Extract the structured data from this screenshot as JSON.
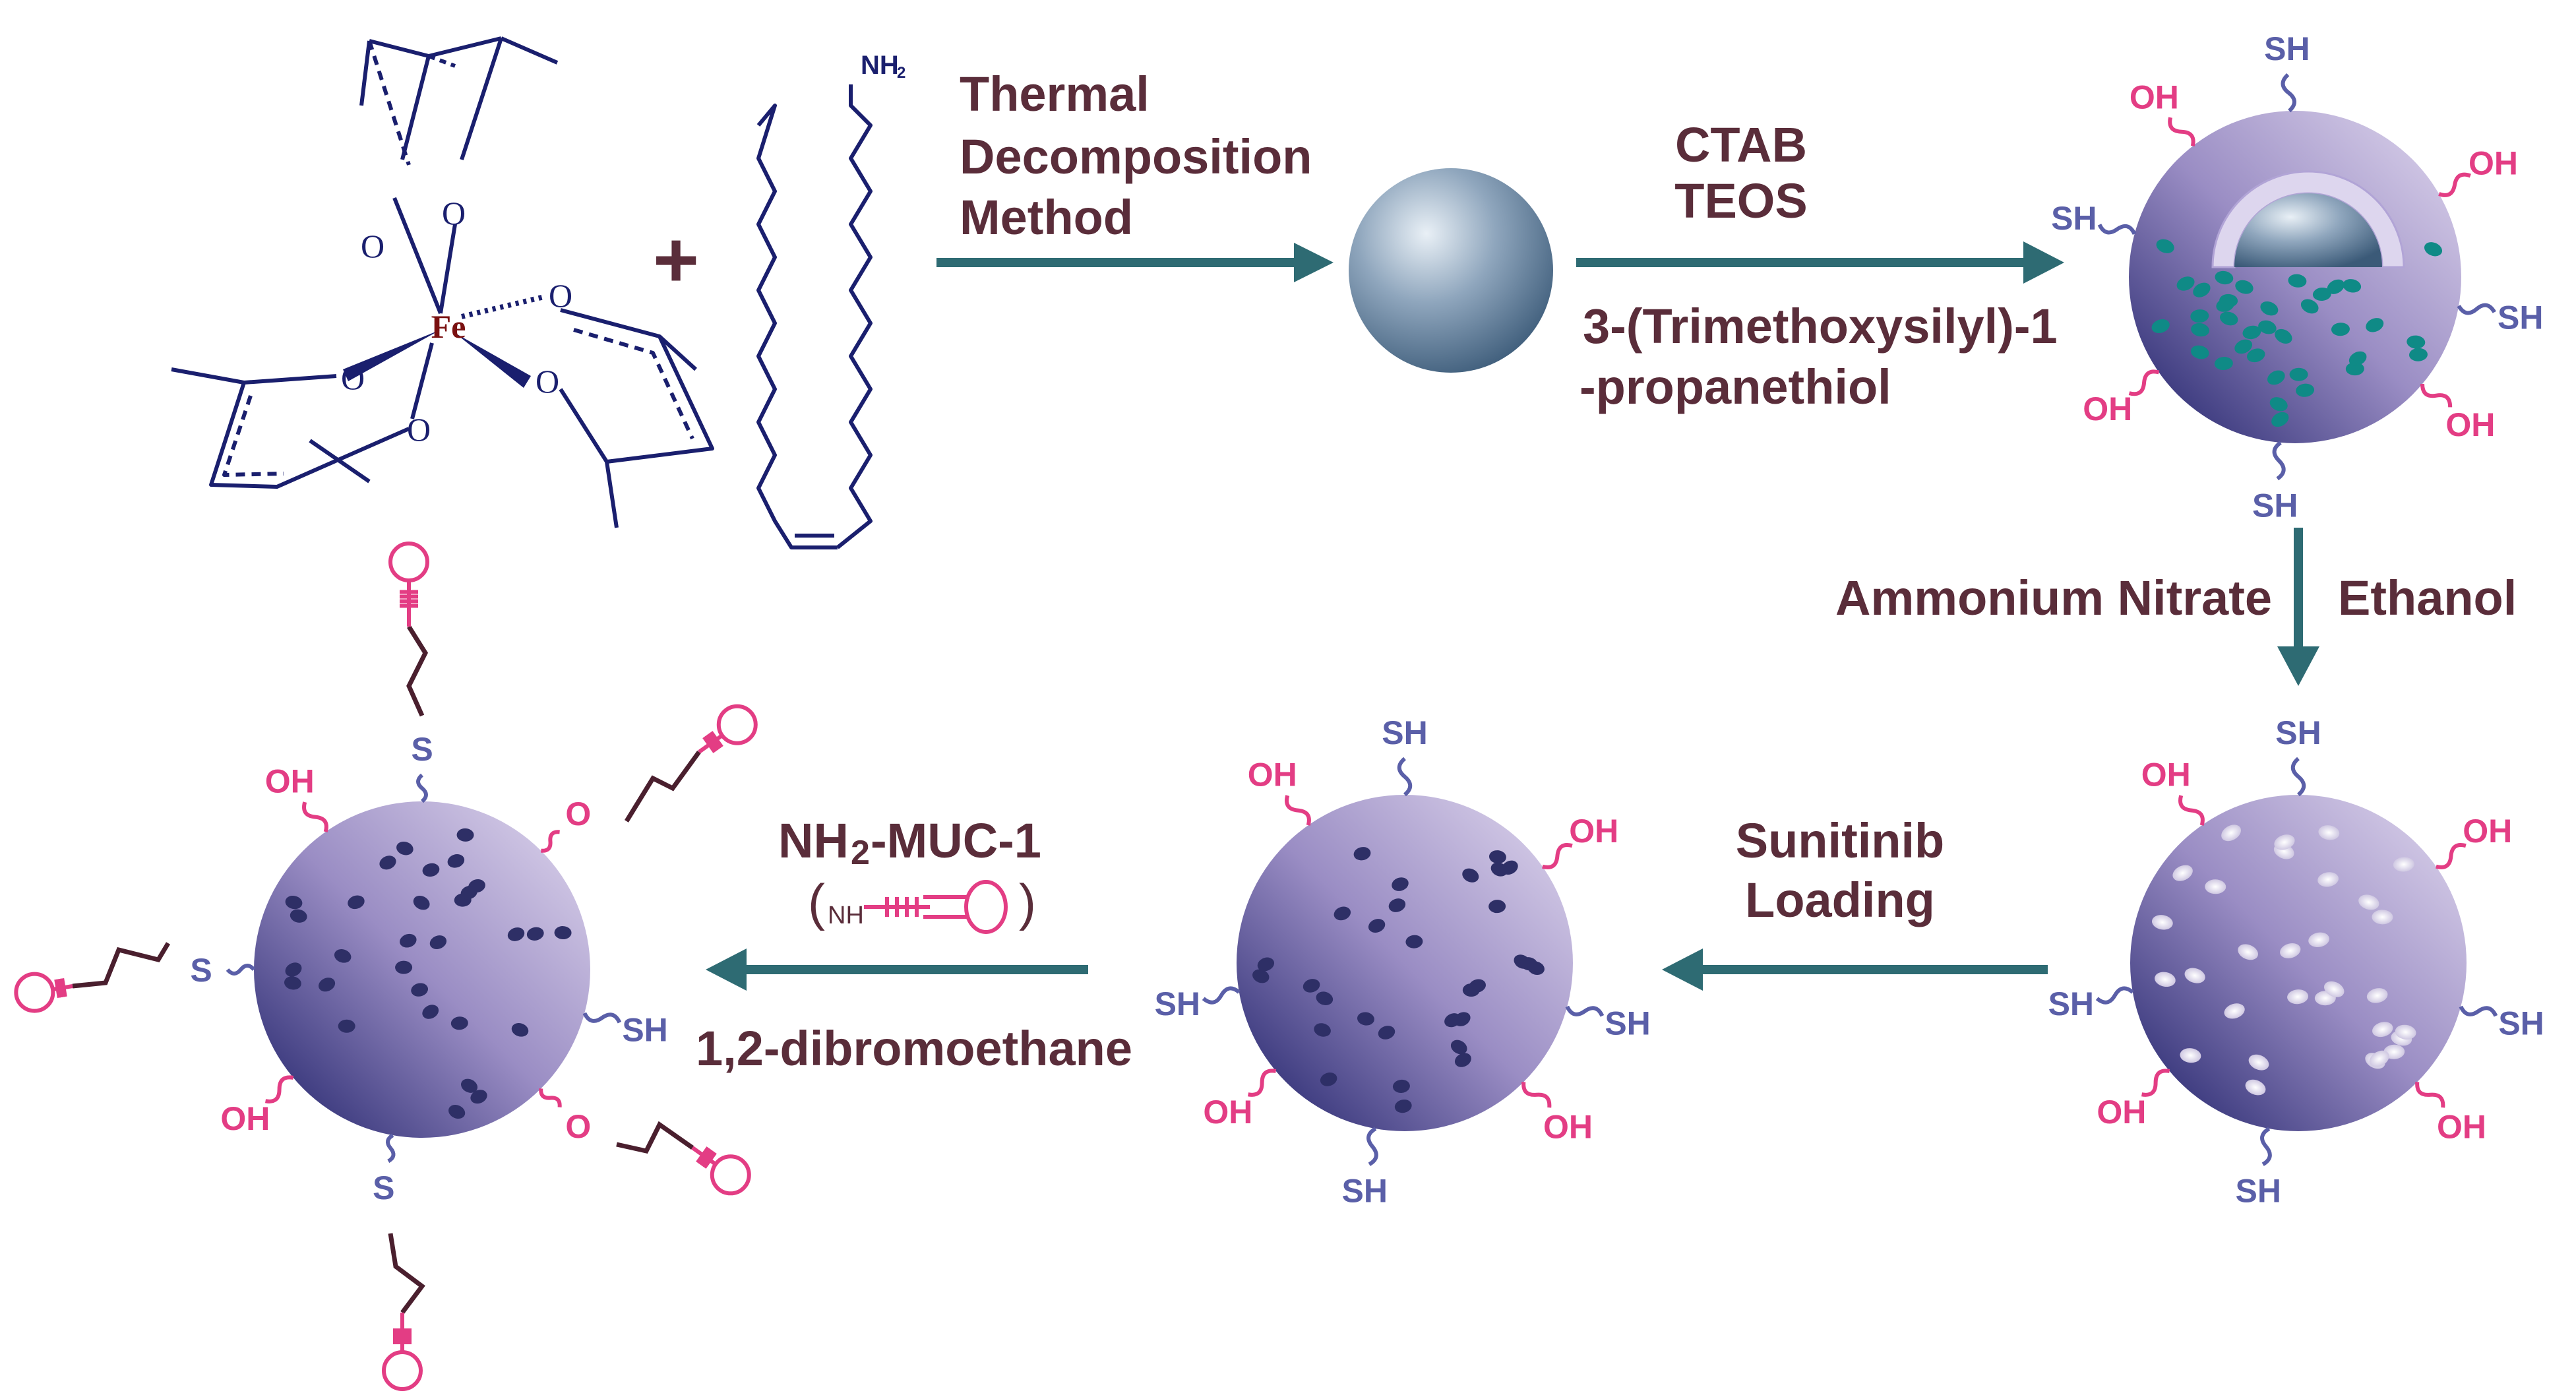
{
  "colors": {
    "text": "#5a2d3a",
    "arrow": "#2e6b73",
    "bond": "#1a1f6e",
    "iron": "#7a1010",
    "thiol": "#5a5fa8",
    "hydroxyl": "#e33d84",
    "pore": "#0f8a86",
    "pore_dark": "#2e2f66",
    "aptamer": "#e33d84",
    "linker": "#4a1f2e"
  },
  "reactants": {
    "iron_label": "Fe",
    "oxygen_label": "O",
    "plus": "+",
    "amine_label": "NH",
    "amine_subscript": "2"
  },
  "steps": {
    "thermal_line1": "Thermal",
    "thermal_line2": "Decomposition",
    "thermal_line3": "Method",
    "ctab": "CTAB",
    "teos": "TEOS",
    "silane_line1": "3-(Trimethoxysilyl)-1",
    "silane_line2": "-propanethiol",
    "ammonium": "Ammonium Nitrate",
    "ethanol": "Ethanol",
    "sunitinib_line1": "Sunitinib",
    "sunitinib_line2": "Loading",
    "muc_prefix": "NH",
    "muc_sub": "2",
    "muc_suffix": "-MUC-1",
    "paren_open": "(",
    "paren_close": ")",
    "paren_nh": "NH",
    "dibromo": "1,2-dibromoethane"
  },
  "groups": {
    "sh": "SH",
    "oh": "OH",
    "s": "S",
    "o": "O"
  }
}
